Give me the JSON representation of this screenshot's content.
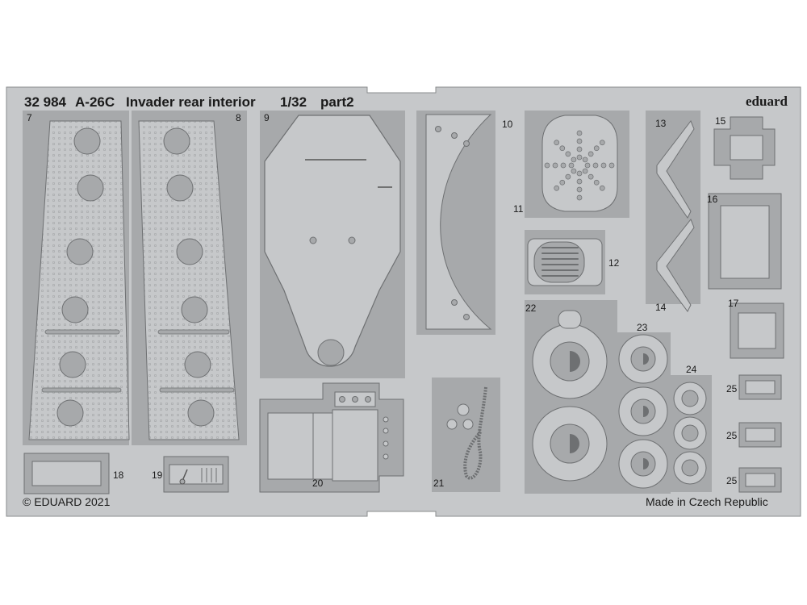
{
  "header": {
    "code": "32 984",
    "model": "A-26C",
    "subject": "Invader rear interior",
    "scale": "1/32",
    "part": "part2",
    "brand": "eduard"
  },
  "footer": {
    "copyright": "© EDUARD 2021",
    "origin": "Made in Czech Republic"
  },
  "part_numbers": [
    "7",
    "8",
    "9",
    "10",
    "11",
    "12",
    "13",
    "14",
    "15",
    "16",
    "17",
    "18",
    "19",
    "20",
    "21",
    "22",
    "23",
    "24",
    "25",
    "25",
    "25"
  ],
  "colors": {
    "fret": "#c6c8ca",
    "part": "#a7a9ab",
    "outline": "#6e7072",
    "ink": "#1a1a1a"
  }
}
